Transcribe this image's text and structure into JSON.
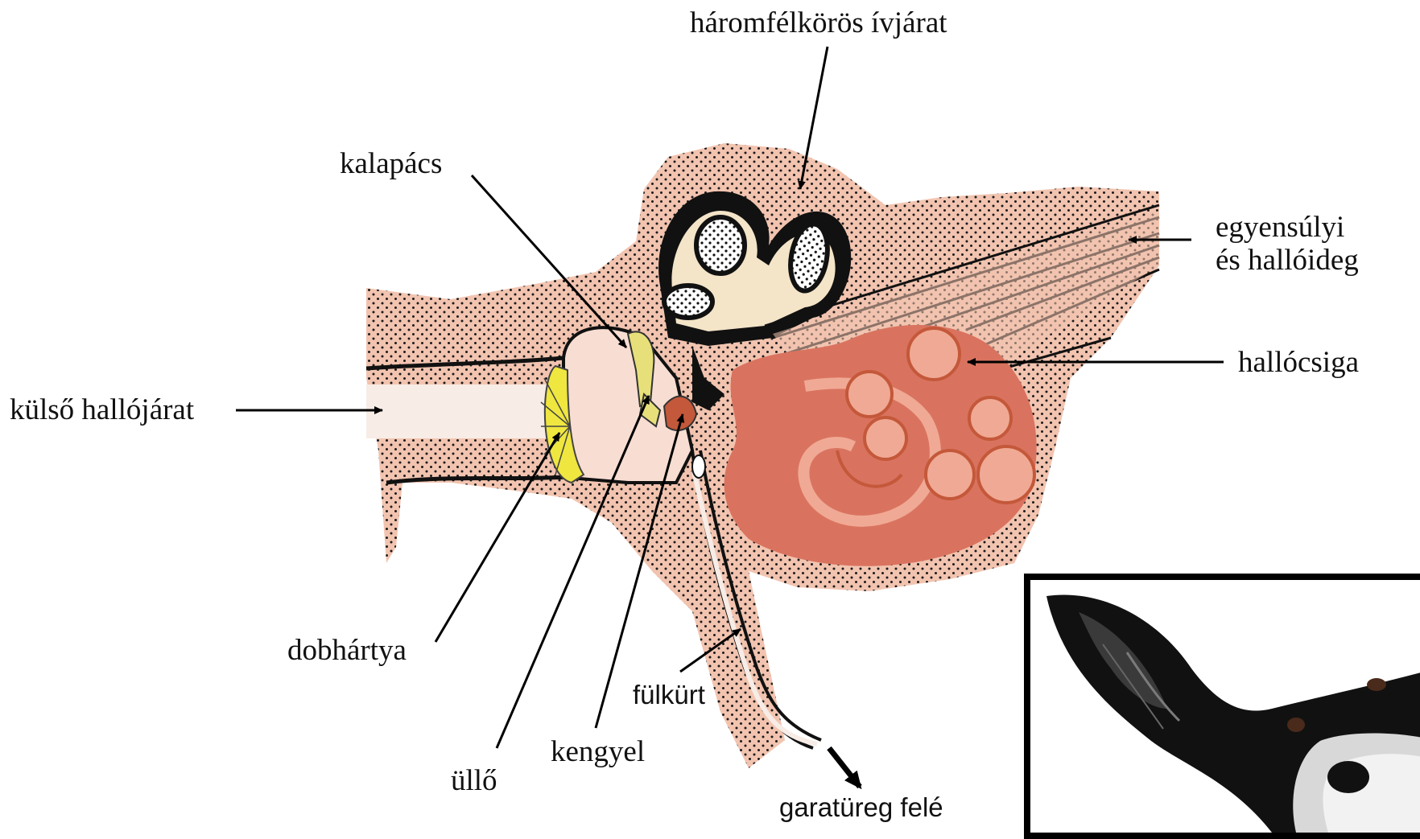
{
  "labels": {
    "semicircular": "háromfélkörös ívjárat",
    "hammer": "kalapács",
    "nerve": "egyensúlyi és hallóideg",
    "cochlea": "hallócsiga",
    "canal": "külső hallójárat",
    "eardrum": "dobhártya",
    "anvil": "üllő",
    "stirrup": "kengyel",
    "tube": "fülkürt",
    "pharynx": "garatüreg felé"
  },
  "colors": {
    "tissue": "#f2c4b0",
    "stipple": "#1a1a1a",
    "cochlea": "#d9735f",
    "cochlea_light": "#f0a994",
    "labyrinth": "#f4e4c8",
    "eardrum": "#efe640",
    "ossicle": "#e7e07a",
    "stapes": "#c4583a"
  },
  "photo": {
    "subject": "dog-ear-photo"
  }
}
